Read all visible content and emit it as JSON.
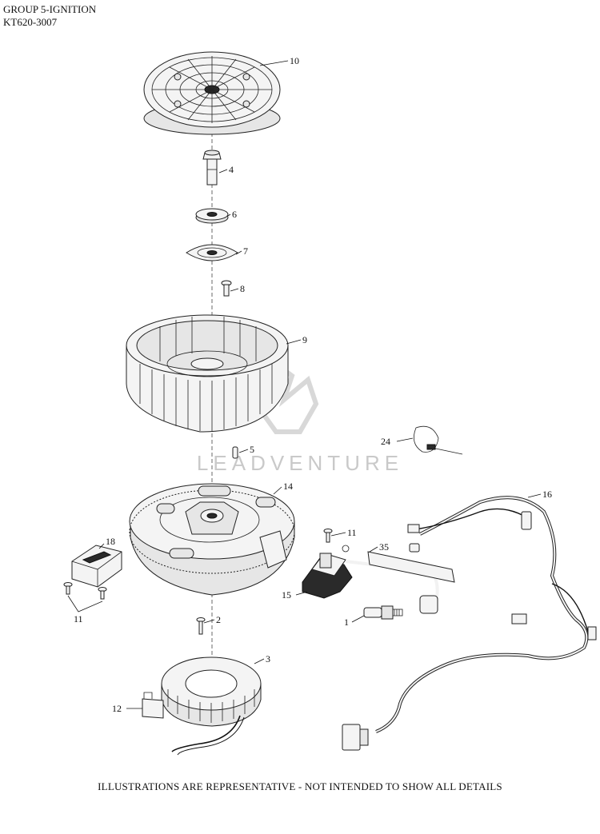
{
  "header": {
    "group_title": "GROUP 5-IGNITION",
    "model_code": "KT620-3007"
  },
  "footer": {
    "note": "ILLUSTRATIONS ARE REPRESENTATIVE - NOT INTENDED TO SHOW ALL DETAILS"
  },
  "watermark": {
    "text": "LEADVENTURE"
  },
  "callouts": {
    "c10": "10",
    "c4": "4",
    "c6": "6",
    "c7": "7",
    "c8": "8",
    "c9": "9",
    "c5": "5",
    "c24": "24",
    "c14": "14",
    "c16": "16",
    "c18": "18",
    "c11a": "11",
    "c35": "35",
    "c11b": "11",
    "c15": "15",
    "c1": "1",
    "c2": "2",
    "c3": "3",
    "c12": "12"
  }
}
